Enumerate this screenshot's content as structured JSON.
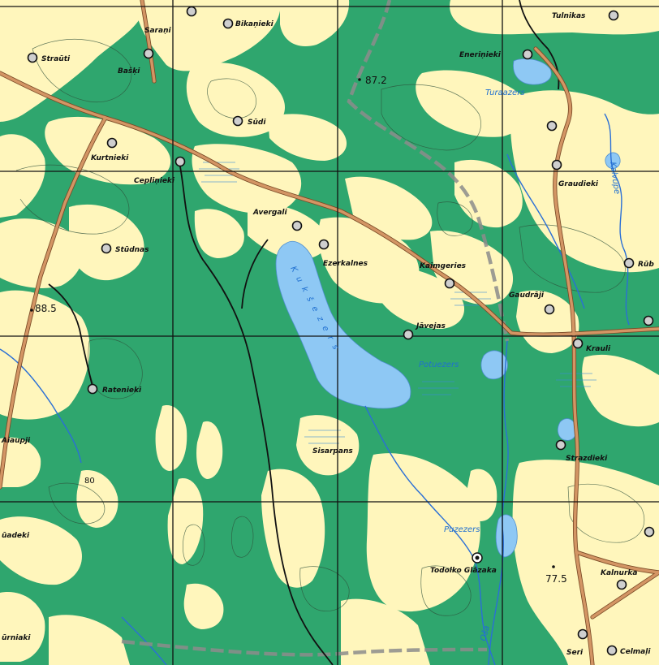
{
  "map": {
    "colors": {
      "forest": "#2fa66e",
      "open_land": "#fff6bc",
      "water": "#8ec8f4",
      "road": "#d39564",
      "grid": "#111111",
      "boundary": "#8c8c8c"
    },
    "settlements": [
      {
        "name": "Saraņi"
      },
      {
        "name": "Bikaņieki"
      },
      {
        "name": "Straūti"
      },
      {
        "name": "Bašķi"
      },
      {
        "name": "Eneriņieki"
      },
      {
        "name": "Tulnikas"
      },
      {
        "name": "Sūdi"
      },
      {
        "name": "Kurtnieki"
      },
      {
        "name": "Cepliņieki"
      },
      {
        "name": "Graudieki"
      },
      {
        "name": "Avergali"
      },
      {
        "name": "Stūdnas"
      },
      {
        "name": "Ezerkalnes"
      },
      {
        "name": "Kaimgeries"
      },
      {
        "name": "Rūb"
      },
      {
        "name": "Gaudrāji"
      },
      {
        "name": "Jāvejas"
      },
      {
        "name": "Krauli"
      },
      {
        "name": "Ratenieki"
      },
      {
        "name": "Aiaupji"
      },
      {
        "name": "Sisarpans"
      },
      {
        "name": "Strazdieki"
      },
      {
        "name": "ūadeki"
      },
      {
        "name": "Todolko Glāzaka"
      },
      {
        "name": "Kalnurka"
      },
      {
        "name": "ūrniaki"
      },
      {
        "name": "Seri"
      },
      {
        "name": "Celmaļi"
      }
    ],
    "water_labels": [
      {
        "name": "Turaazers"
      },
      {
        "name": "Kukšezers"
      },
      {
        "name": "Potuezers"
      },
      {
        "name": "Puzezers"
      },
      {
        "name": "Kalvupe"
      },
      {
        "name": "Oša"
      }
    ],
    "elevations": [
      {
        "value": "87.2"
      },
      {
        "value": "88.5"
      },
      {
        "value": "77.5"
      },
      {
        "value": "80"
      }
    ]
  }
}
